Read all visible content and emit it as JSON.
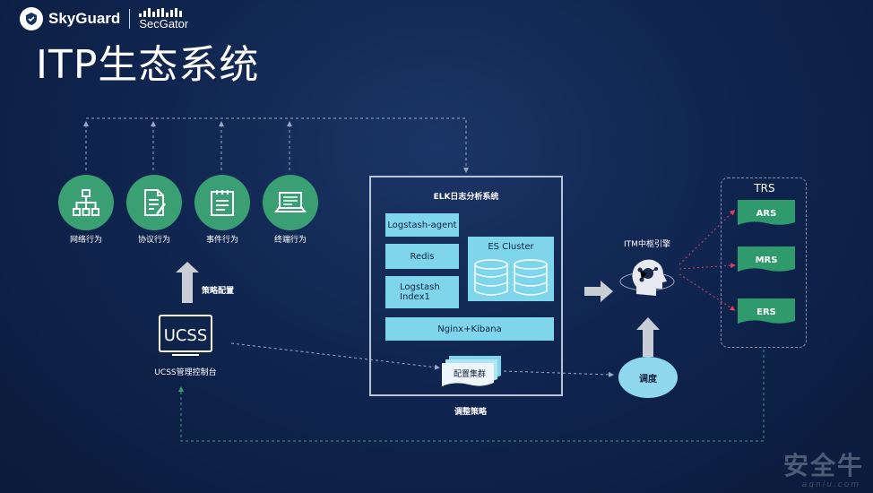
{
  "brand": {
    "name": "SkyGuard",
    "partner": "SecGator"
  },
  "title": "ITP生态系统",
  "behaviors": [
    {
      "label": "网络行为",
      "icon": "network-icon"
    },
    {
      "label": "协议行为",
      "icon": "document-icon"
    },
    {
      "label": "事件行为",
      "icon": "checklist-icon"
    },
    {
      "label": "终端行为",
      "icon": "laptop-icon"
    }
  ],
  "policy_config": "策略配置",
  "ucss": {
    "logo": "UCSS",
    "label": "UCSS管理控制台"
  },
  "elk": {
    "title": "ELK日志分析系统",
    "logstash_agent": "Logstash-agent",
    "redis": "Redis",
    "logstash_index_line1": "Logstash",
    "logstash_index_line2": "Index1",
    "es_cluster": "ES Cluster",
    "nginx": "Nginx+Kibana"
  },
  "config_cluster": "配置集群",
  "adjust_policy": "调整策略",
  "itm": "ITM中枢引擎",
  "dispatch": "调度",
  "trs": {
    "title": "TRS",
    "items": [
      "ARS",
      "MRS",
      "ERS"
    ]
  },
  "watermark": {
    "text": "安全牛",
    "sub": "aqniu.com"
  },
  "colors": {
    "green": "#3aa073",
    "cyan": "#7fd6ec",
    "flag": "#2f9a6c"
  }
}
